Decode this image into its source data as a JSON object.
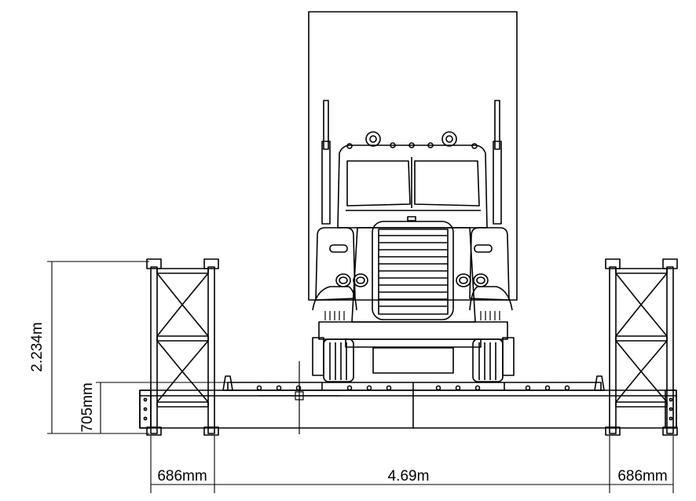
{
  "dimensions": {
    "truss_height": "2.234m",
    "deck_depth": "705mm",
    "left_truss_width": "686mm",
    "roadway_width": "4.69m",
    "right_truss_width": "686mm"
  },
  "colors": {
    "line": "#000000",
    "background": "#ffffff"
  }
}
